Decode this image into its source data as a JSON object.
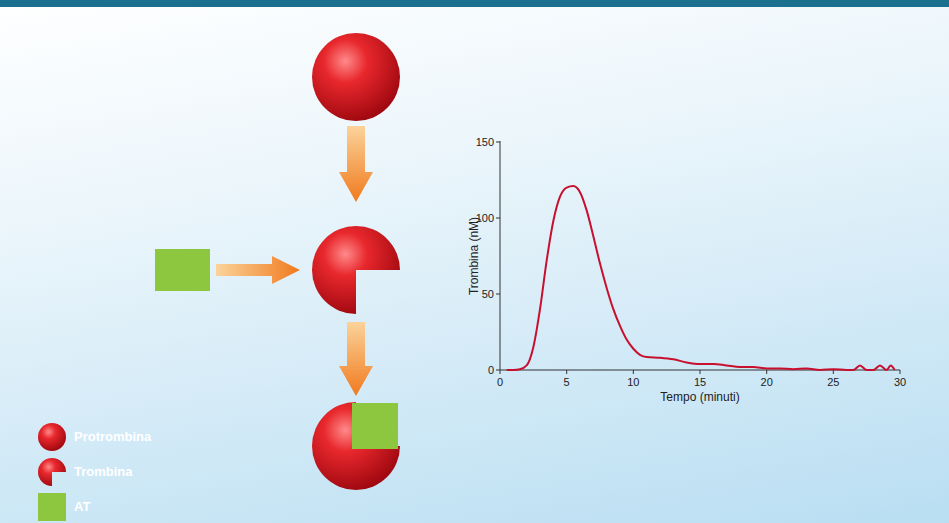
{
  "diagram": {
    "labels": [
      "150",
      "100",
      "50",
      "0",
      "0",
      "5",
      "10",
      "15",
      "20",
      "25",
      "30",
      "Trombina (nM)",
      "Tempo (minuti)"
    ],
    "legend": [
      {
        "text": "Protrombina"
      },
      {
        "text": "Trombina"
      },
      {
        "text": "AT",
        "color": "#8dc63f"
      }
    ]
  }
}
